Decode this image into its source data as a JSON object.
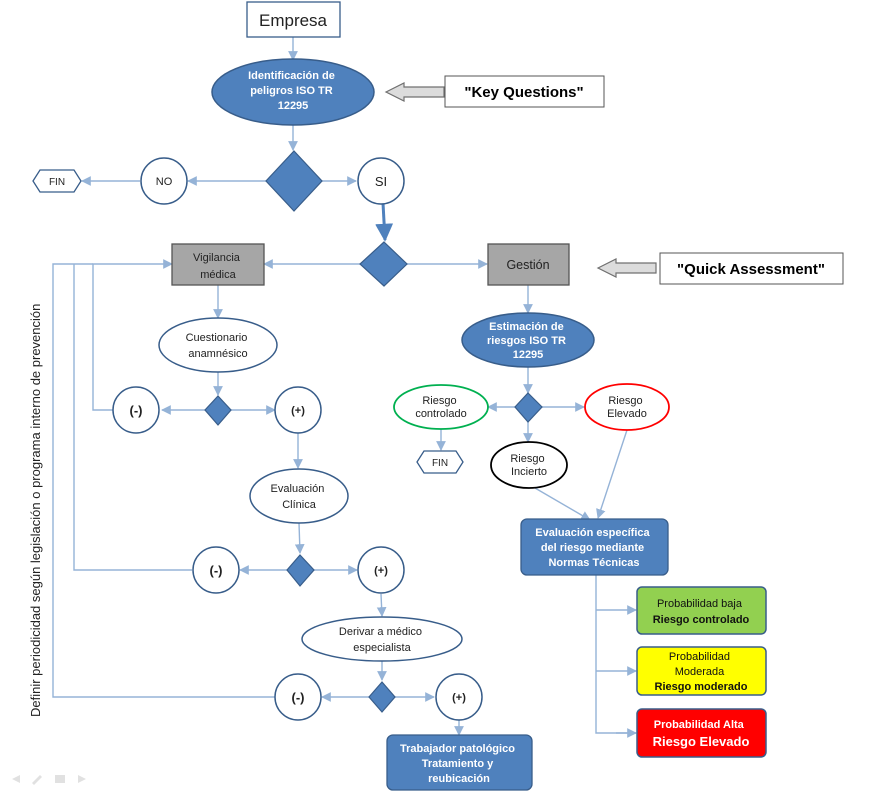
{
  "nodes": {
    "empresa": "Empresa",
    "identificacion": [
      "Identificación  de",
      "peligros ISO TR",
      "12295"
    ],
    "key_questions": "\"Key  Questions\"",
    "no": "NO",
    "si": "SI",
    "fin_top": "FIN",
    "vigilancia": [
      "Vigilancia",
      "médica"
    ],
    "gestion": "Gestión",
    "quick_assessment": "\"Quick Assessment\"",
    "cuestionario": [
      "Cuestionario",
      "anamnésico"
    ],
    "estimacion": [
      "Estimación de",
      "riesgos ISO TR",
      "12295"
    ],
    "riesgo_controlado": [
      "Riesgo",
      "controlado"
    ],
    "riesgo_elevado": [
      "Riesgo",
      "Elevado"
    ],
    "riesgo_incierto": [
      "Riesgo",
      "Incierto"
    ],
    "fin_mid": "FIN",
    "minus_1": "(-)",
    "plus_1": "(+)",
    "evaluacion_clinica": [
      "Evaluación",
      "Clínica"
    ],
    "minus_2": "(-)",
    "plus_2": "(+)",
    "derivar": [
      "Derivar  a médico",
      "especialista"
    ],
    "minus_3": "(-)",
    "plus_3": "(+)",
    "trabajador": [
      "Trabajador patológico",
      "Tratamiento y",
      "reubicación"
    ],
    "evaluacion_especifica": [
      "Evaluación específica",
      "del riesgo mediante",
      "Normas Técnicas"
    ],
    "prob_baja": [
      "Probabilidad baja",
      "Riesgo controlado"
    ],
    "prob_moderada": [
      "Probabilidad",
      "Moderada",
      "Riesgo moderado"
    ],
    "prob_alta": [
      "Probabilidad Alta",
      "Riesgo Elevado"
    ],
    "side_label": "Definir periodicidad  según legislación o programa interno de prevención"
  },
  "colors": {
    "blue_fill": "#4f81bd",
    "blue_stroke": "#385d8a",
    "connector": "#95b3d7",
    "gray_box": "#a6a6a6",
    "green_box": "#92d050",
    "yellow_box": "#ffff00",
    "red_box": "#ff0000",
    "green_border": "#00b050",
    "red_border": "#ff0000"
  }
}
